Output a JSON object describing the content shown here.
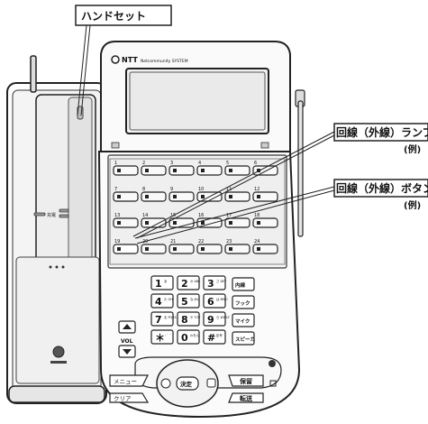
{
  "callouts": {
    "handset": "ハンドセット",
    "line_lamp": "回線（外線）ランプ",
    "line_lamp_note": "(例)",
    "line_button": "回線（外線）ボタン",
    "line_button_note": "(例)"
  },
  "phone": {
    "brand": "NTT",
    "brand_sub": "Netcommunity SYSTEM",
    "line_key_numbers": [
      [
        "1",
        "2",
        "3",
        "4",
        "5",
        "6"
      ],
      [
        "7",
        "8",
        "9",
        "10",
        "11",
        "12"
      ],
      [
        "13",
        "14",
        "15",
        "16",
        "17",
        "18"
      ],
      [
        "19",
        "20",
        "21",
        "22",
        "23",
        "24"
      ]
    ],
    "keypad": [
      {
        "digit": "1",
        "sub": "あ"
      },
      {
        "digit": "2",
        "sub": "か ABC"
      },
      {
        "digit": "3",
        "sub": "さ DEF"
      },
      {
        "digit": "4",
        "sub": "た GHI"
      },
      {
        "digit": "5",
        "sub": "な JKL"
      },
      {
        "digit": "6",
        "sub": "は MNO"
      },
      {
        "digit": "7",
        "sub": "ま PQRS"
      },
      {
        "digit": "8",
        "sub": "や TUV"
      },
      {
        "digit": "9",
        "sub": "ら WXYZ"
      },
      {
        "digit": "＊",
        "sub": "・゛゜"
      },
      {
        "digit": "0",
        "sub": "わをん"
      },
      {
        "digit": "#",
        "sub": "記号"
      }
    ],
    "side_keys": [
      "内線",
      "フック",
      "マイク",
      "スピーカ"
    ],
    "vol_label": "VOL",
    "left_keys": [
      "メニュー",
      "クリア"
    ],
    "right_keys": [
      "保留",
      "転送"
    ],
    "nav_center": "決定"
  },
  "handset_panel": {
    "charge_label": "充電"
  }
}
